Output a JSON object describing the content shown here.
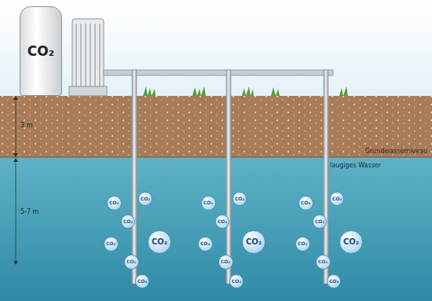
{
  "diagram": {
    "nodes": [
      {
        "text": [
          "CO₂"
        ]
      },
      {
        "text": [
          "CO₂"
        ]
      },
      {
        "text": [
          "CO₂"
        ]
      },
      {
        "text": [
          "CO₂"
        ]
      },
      {
        "text": [
          "CO₂"
        ]
      },
      {
        "text": [
          "CO₂"
        ]
      },
      {
        "text": [
          "CO₂"
        ]
      },
      {
        "text": [
          "CO₂"
        ]
      },
      {
        "text": [
          "CO₂"
        ]
      },
      {
        "text": [
          "CO₂"
        ]
      },
      {
        "text": [
          "CO₂"
        ]
      },
      {
        "text": [
          "CO₂"
        ]
      },
      {
        "text": [
          "CO₂"
        ]
      },
      {
        "text": [
          "CO₂"
        ]
      },
      {
        "text": [
          "CO₂"
        ]
      },
      {
        "text": [
          "CO₂"
        ]
      },
      {
        "text": [
          "CO₂"
        ]
      },
      {
        "text": [
          "CO₂"
        ]
      },
      {
        "text": [
          "CO₂"
        ]
      },
      {
        "text": [
          "CO₂"
        ]
      },
      {
        "text": [
          "CO₂"
        ]
      },
      {
        "text": [
          "CO₂"
        ]
      }
    ],
    "labels": [
      "3 m",
      "Grundwasserniveau",
      "laugiges Wasser",
      "5-7 m"
    ]
  }
}
